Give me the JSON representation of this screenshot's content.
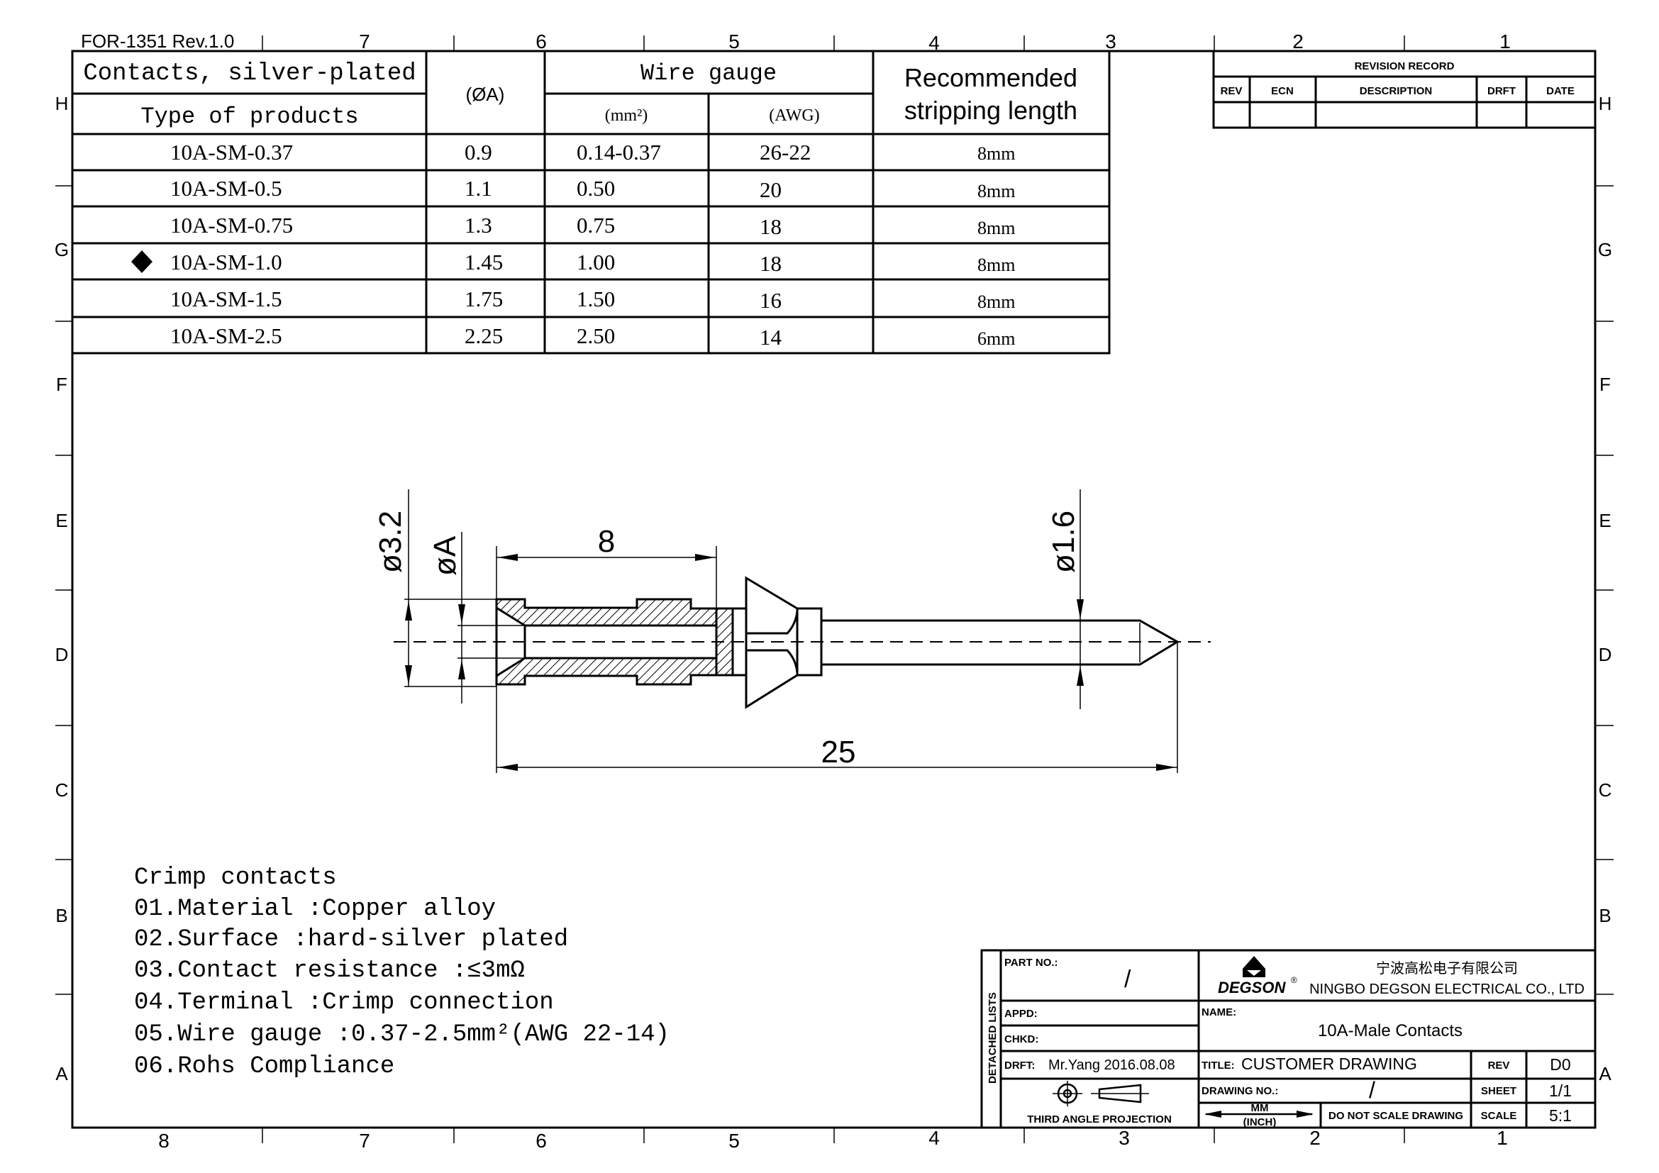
{
  "form_id": "FOR-1351 Rev.1.0",
  "zones": {
    "top": [
      "7",
      "6",
      "5",
      "4",
      "3",
      "2",
      "1"
    ],
    "bottom": [
      "8",
      "7",
      "6",
      "5",
      "4",
      "3",
      "2",
      "1"
    ],
    "rows": [
      "H",
      "G",
      "F",
      "E",
      "D",
      "C",
      "B",
      "A"
    ]
  },
  "product_table": {
    "title": "Contacts, silver-plated",
    "type_header": "Type of products",
    "diameter_header": "(ØA)",
    "wire_gauge_header": "Wire gauge",
    "mm2_header": "(mm²)",
    "awg_header": "(AWG)",
    "stripping_header_line1": "Recommended",
    "stripping_header_line2": "stripping length",
    "rows": [
      {
        "type": "10A-SM-0.37",
        "dia": "0.9",
        "mm2": "0.14-0.37",
        "awg": "26-22",
        "strip": "8mm",
        "selected": false
      },
      {
        "type": "10A-SM-0.5",
        "dia": "1.1",
        "mm2": "0.50",
        "awg": "20",
        "strip": "8mm",
        "selected": false
      },
      {
        "type": "10A-SM-0.75",
        "dia": "1.3",
        "mm2": "0.75",
        "awg": "18",
        "strip": "8mm",
        "selected": false
      },
      {
        "type": "10A-SM-1.0",
        "dia": "1.45",
        "mm2": "1.00",
        "awg": "18",
        "strip": "8mm",
        "selected": true
      },
      {
        "type": "10A-SM-1.5",
        "dia": "1.75",
        "mm2": "1.50",
        "awg": "16",
        "strip": "8mm",
        "selected": false
      },
      {
        "type": "10A-SM-2.5",
        "dia": "2.25",
        "mm2": "2.50",
        "awg": "14",
        "strip": "6mm",
        "selected": false
      }
    ]
  },
  "revision_record": {
    "title": "REVISION RECORD",
    "columns": [
      "REV",
      "ECN",
      "DESCRIPTION",
      "DRFT",
      "DATE"
    ]
  },
  "dimensions": {
    "outer_dia": "ø3.2",
    "inner_dia": "øA",
    "strip_len": "8",
    "total_len": "25",
    "pin_dia": "ø1.6"
  },
  "notes": [
    "Crimp contacts",
    "01.Material :Copper alloy",
    "02.Surface :hard-silver plated",
    "03.Contact resistance :≤3mΩ",
    "04.Terminal :Crimp connection",
    "05.Wire gauge :0.37-2.5mm²(AWG 22-14)",
    "06.Rohs Compliance"
  ],
  "title_block": {
    "part_no_label": "PART NO.:",
    "part_no": "/",
    "detached_lists": "DETACHED LISTS",
    "appd_label": "APPD:",
    "chkd_label": "CHKD:",
    "drft_label": "DRFT:",
    "drft_value": "Mr.Yang  2016.08.08",
    "projection": "THIRD ANGLE PROJECTION",
    "company_cn": "宁波高松电子有限公司",
    "company_en": "NINGBO DEGSON ELECTRICAL CO., LTD",
    "logo": "DEGSON",
    "name_label": "NAME:",
    "name": "10A-Male Contacts",
    "title_label": "TITLE:",
    "title": "CUSTOMER  DRAWING",
    "rev_label": "REV",
    "rev": "D0",
    "drawing_no_label": "DRAWING NO.:",
    "drawing_no": "/",
    "sheet_label": "SHEET",
    "sheet": "1/1",
    "units_top": "MM",
    "units_bottom": "(INCH)",
    "do_not_scale": "DO NOT SCALE DRAWING",
    "scale_label": "SCALE",
    "scale": "5:1"
  }
}
